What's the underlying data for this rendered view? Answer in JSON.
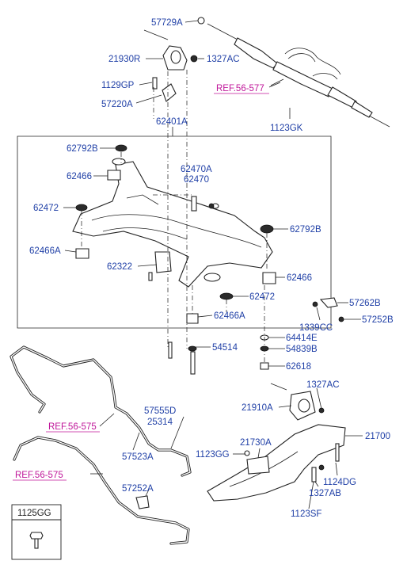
{
  "labels": {
    "p57729A": "57729A",
    "p21930R": "21930R",
    "p1327AC_top": "1327AC",
    "p1129GP": "1129GP",
    "p57220A": "57220A",
    "p1123GK": "1123GK",
    "p62401A": "62401A",
    "p62792B_left": "62792B",
    "p62466_left": "62466",
    "p62470A": "62470A",
    "p62470": "62470",
    "p62472_left": "62472",
    "p62792B_right": "62792B",
    "p62466A_left": "62466A",
    "p62322": "62322",
    "p62466_right": "62466",
    "p62472_right": "62472",
    "p62466A_bottom": "62466A",
    "p57262B": "57262B",
    "p1339CC": "1339CC",
    "p57252B": "57252B",
    "p64414E": "64414E",
    "p54514": "54514",
    "p54839B": "54839B",
    "p62618": "62618",
    "p1327AC_bottom": "1327AC",
    "p21910A": "21910A",
    "p57555D": "57555D",
    "p25314": "25314",
    "p21700": "21700",
    "p21730A": "21730A",
    "p1123GG": "1123GG",
    "p57523A": "57523A",
    "p1124DG": "1124DG",
    "p1327AB": "1327AB",
    "p57252A": "57252A",
    "p1123SF": "1123SF"
  },
  "refs": {
    "ref_56_577": "REF.56-577",
    "ref_56_575_a": "REF.56-575",
    "ref_56_575_b": "REF.56-575"
  },
  "legend_box": {
    "title": "1125GG"
  },
  "colors": {
    "part_number": "#1f3fa6",
    "reference": "#c0179a"
  }
}
